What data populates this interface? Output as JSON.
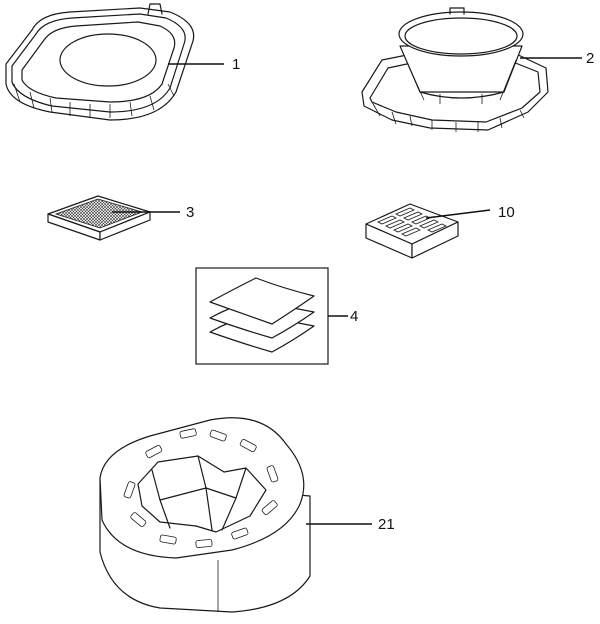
{
  "parts": [
    {
      "id": "lid",
      "number": "1"
    },
    {
      "id": "dust-container-top",
      "number": "2"
    },
    {
      "id": "pleated-filter",
      "number": "3"
    },
    {
      "id": "filter-pads",
      "number": "4"
    },
    {
      "id": "grille-filter",
      "number": "10"
    },
    {
      "id": "foam-filter",
      "number": "21"
    }
  ]
}
